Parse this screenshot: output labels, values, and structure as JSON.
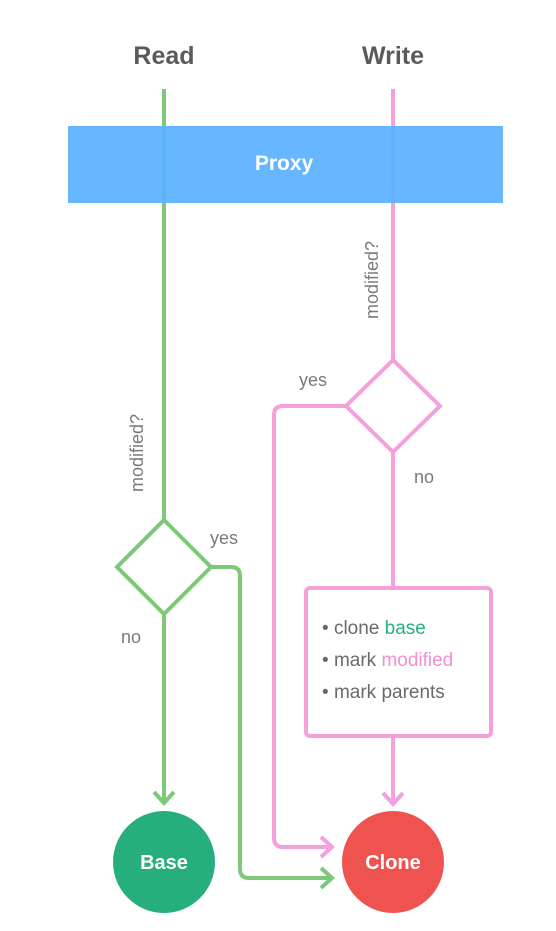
{
  "columns": {
    "read": "Read",
    "write": "Write"
  },
  "proxy": {
    "label": "Proxy"
  },
  "read_path": {
    "question": "modified?",
    "yes": "yes",
    "no": "no"
  },
  "write_path": {
    "question": "modified?",
    "yes": "yes",
    "no": "no"
  },
  "actions_box": {
    "items": [
      {
        "bullet": "•",
        "prefix": "clone ",
        "highlight": "base",
        "highlight_color": "#27ae7d"
      },
      {
        "bullet": "•",
        "prefix": "mark ",
        "highlight": "modified",
        "highlight_color": "#f28fd0"
      },
      {
        "bullet": "•",
        "prefix": "mark parents",
        "highlight": "",
        "highlight_color": "#6a6a6a"
      }
    ]
  },
  "nodes": {
    "base": "Base",
    "clone": "Clone"
  },
  "colors": {
    "read_line": "#7ec87a",
    "write_line": "#f5a0dc",
    "proxy_band": "#5ab2ff",
    "base_node": "#27ae7d",
    "clone_node": "#ee5350"
  }
}
